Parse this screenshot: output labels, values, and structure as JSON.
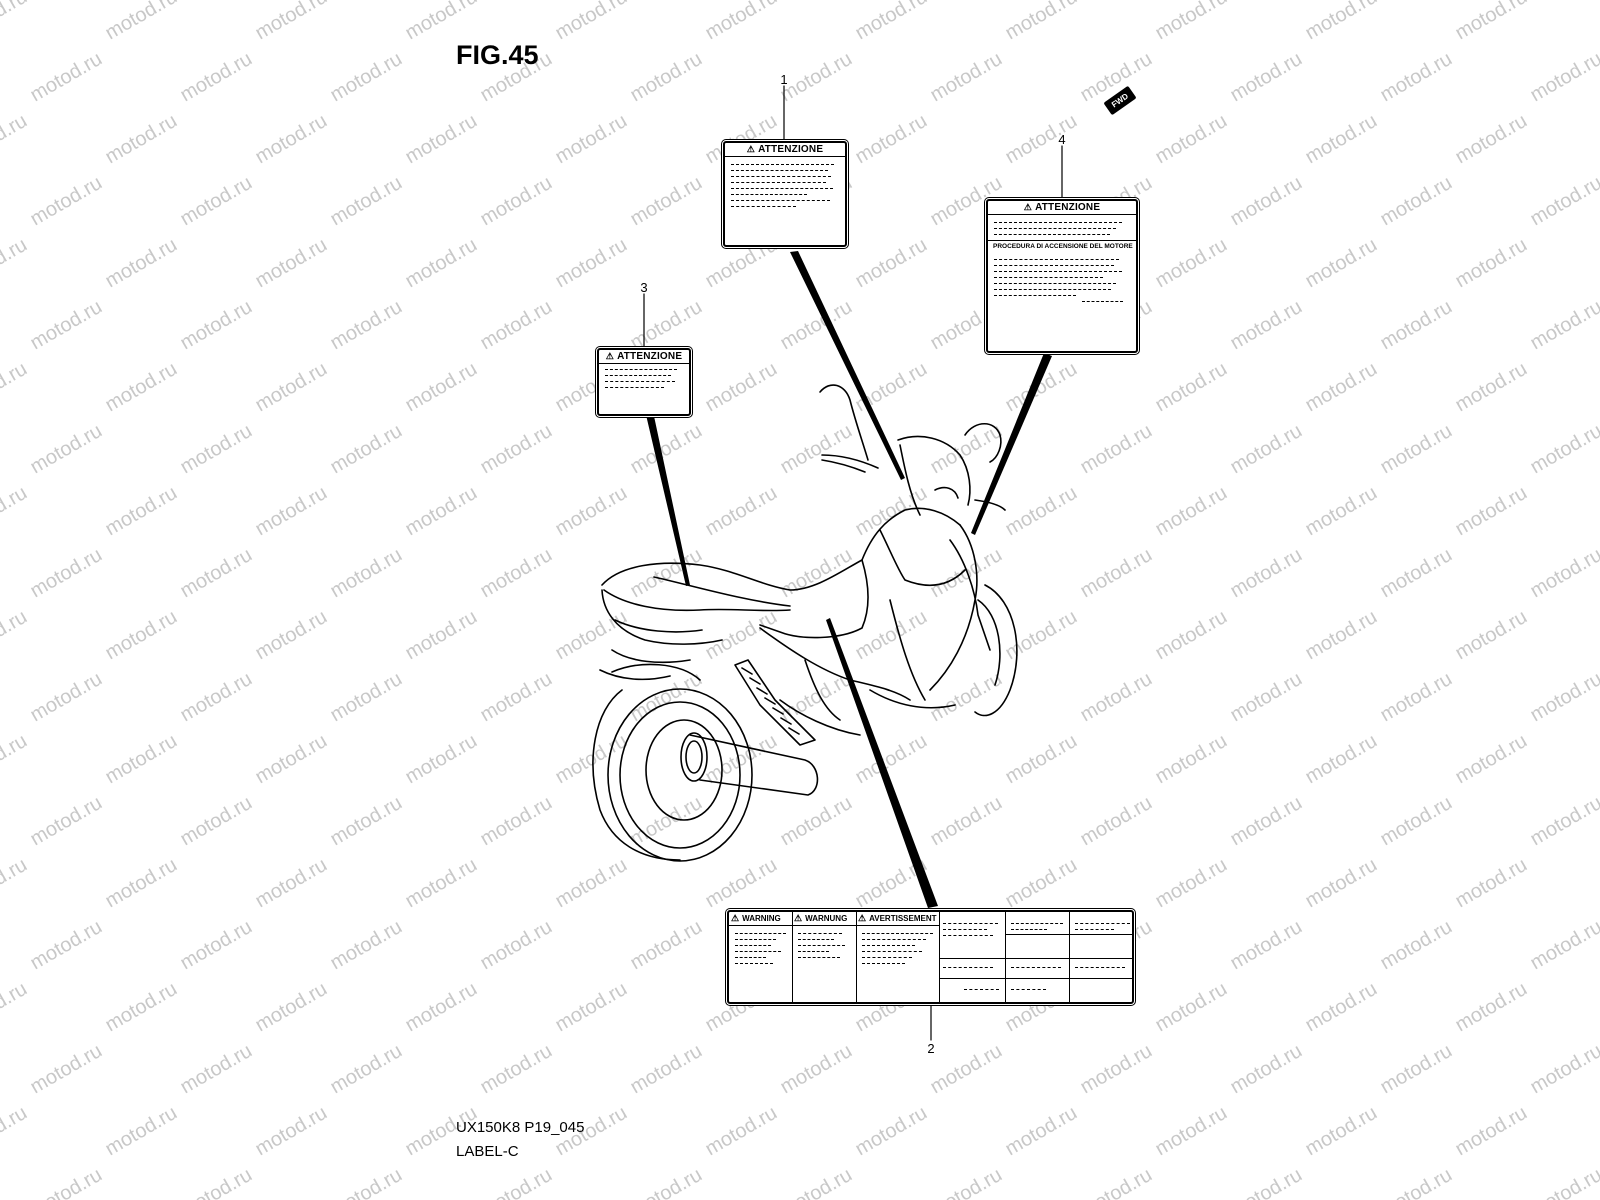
{
  "figure": {
    "title": "FIG.45",
    "code": "UX150K8 P19_045",
    "group": "LABEL-C"
  },
  "watermark": {
    "text": "motod.ru",
    "color": "#c8c8c8"
  },
  "fwd": {
    "label": "FWD"
  },
  "callouts": [
    {
      "id": "1",
      "number": "1"
    },
    {
      "id": "2",
      "number": "2"
    },
    {
      "id": "3",
      "number": "3"
    },
    {
      "id": "4",
      "number": "4"
    }
  ],
  "labels": {
    "label1": {
      "heading": "ATTENZIONE"
    },
    "label3": {
      "heading": "ATTENZIONE"
    },
    "label4": {
      "heading": "ATTENZIONE",
      "subheading": "PROCEDURA DI ACCENSIONE DEL MOTORE"
    },
    "label2": {
      "headings": [
        "WARNING",
        "WARNUNG",
        "AVERTISSEMENT"
      ]
    }
  },
  "colors": {
    "line": "#000000",
    "background": "#ffffff"
  }
}
